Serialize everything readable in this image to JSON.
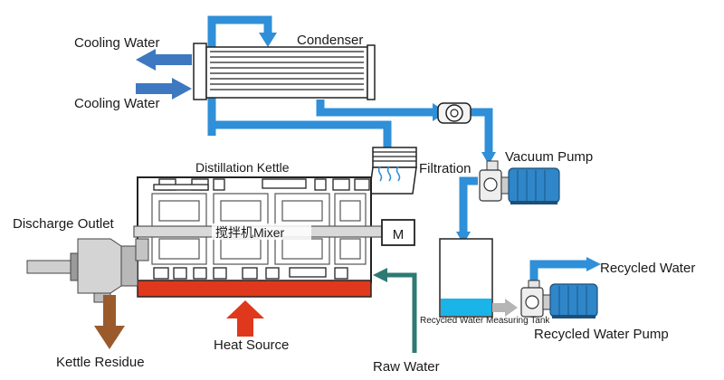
{
  "labels": {
    "cooling_water_out": "Cooling Water",
    "cooling_water_in": "Cooling Water",
    "condenser": "Condenser",
    "filtration": "Filtration",
    "vacuum_pump": "Vacuum Pump",
    "distillation_kettle": "Distillation Kettle",
    "discharge_outlet": "Discharge Outlet",
    "mixer": "搅拌机Mixer",
    "motor": "M",
    "recycled_water": "Recycled Water",
    "measuring_tank": "Recycled Water Measuring Tank",
    "recycled_water_pump": "Recycled Water Pump",
    "kettle_residue": "Kettle Residue",
    "heat_source": "Heat Source",
    "raw_water": "Raw Water"
  },
  "colors": {
    "pipe_blue": "#2f8fd8",
    "arrow_blue": "#3e78c0",
    "heat_red": "#e0381c",
    "residue_brown": "#9a5a2c",
    "raw_water_teal": "#2e7a73",
    "water_cyan": "#1ab4e8",
    "pump_blue": "#2f86c8"
  },
  "icons": {
    "flow_arrow": "arrow-icon",
    "vapor": "wave-icon",
    "motor": "motor-icon"
  }
}
